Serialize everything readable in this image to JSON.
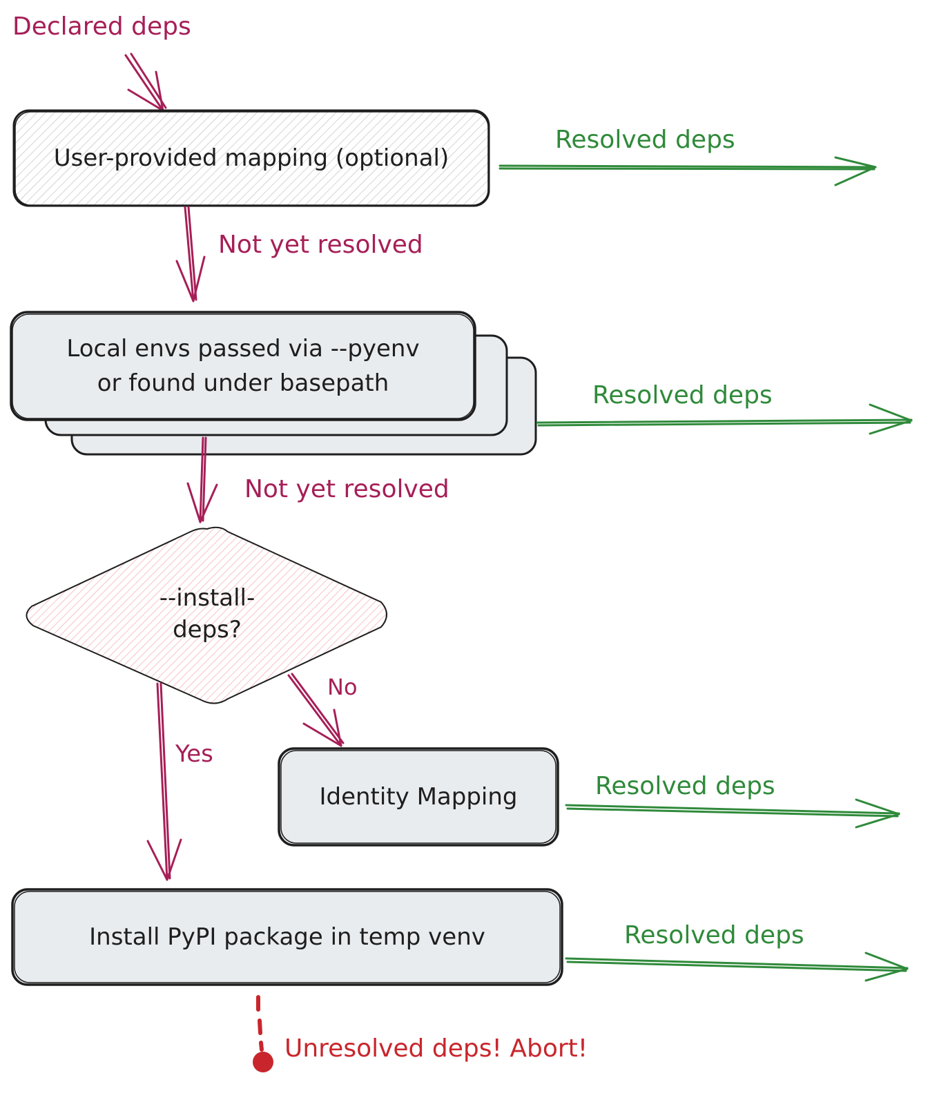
{
  "colors": {
    "flow_arrow": "#a61f57",
    "resolved_arrow": "#2f8a3a",
    "abort": "#c8262c",
    "box_fill": "#e9ecef",
    "hatch_gray": "#bbbbbb",
    "hatch_pink": "#f4a7b1",
    "stroke": "#1e1e1e"
  },
  "input_label": "Declared deps",
  "steps": {
    "user_mapping": "User-provided mapping (optional)",
    "local_envs_line1": "Local envs passed via --pyenv",
    "local_envs_line2": "or found under basepath",
    "decision_line1": "--install-",
    "decision_line2": "deps?",
    "identity": "Identity Mapping",
    "install": "Install PyPI package in temp venv"
  },
  "edge_labels": {
    "not_yet_1": "Not yet resolved",
    "not_yet_2": "Not yet resolved",
    "yes": "Yes",
    "no": "No"
  },
  "outputs": {
    "resolved_1": "Resolved deps",
    "resolved_2": "Resolved deps",
    "resolved_3": "Resolved deps",
    "resolved_4": "Resolved deps"
  },
  "abort_label": "Unresolved deps! Abort!"
}
